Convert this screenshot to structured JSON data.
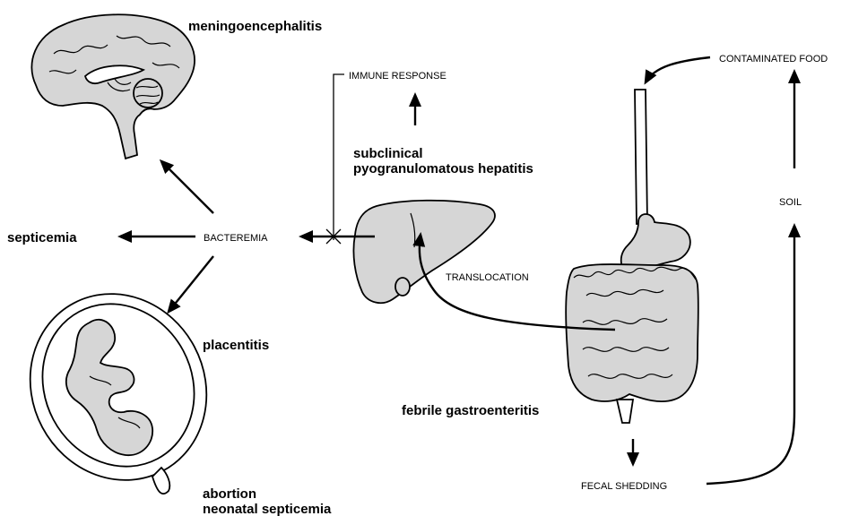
{
  "labels": {
    "meningoencephalitis": "meningoencephalitis",
    "septicemia": "septicemia",
    "bacteremia": "BACTEREMIA",
    "placentitis": "placentitis",
    "abortion": "abortion",
    "neonatal_septicemia": "neonatal septicemia",
    "immune_response": "IMMUNE RESPONSE",
    "subclinical": "subclinical",
    "hepatitis": "pyogranulomatous hepatitis",
    "translocation": "TRANSLOCATION",
    "febrile_gastroenteritis": "febrile gastroenteritis",
    "fecal_shedding": "FECAL SHEDDING",
    "soil": "SOIL",
    "contaminated_food": "CONTAMINATED FOOD"
  },
  "colors": {
    "organ_fill": "#d6d6d6",
    "line": "#000000"
  }
}
